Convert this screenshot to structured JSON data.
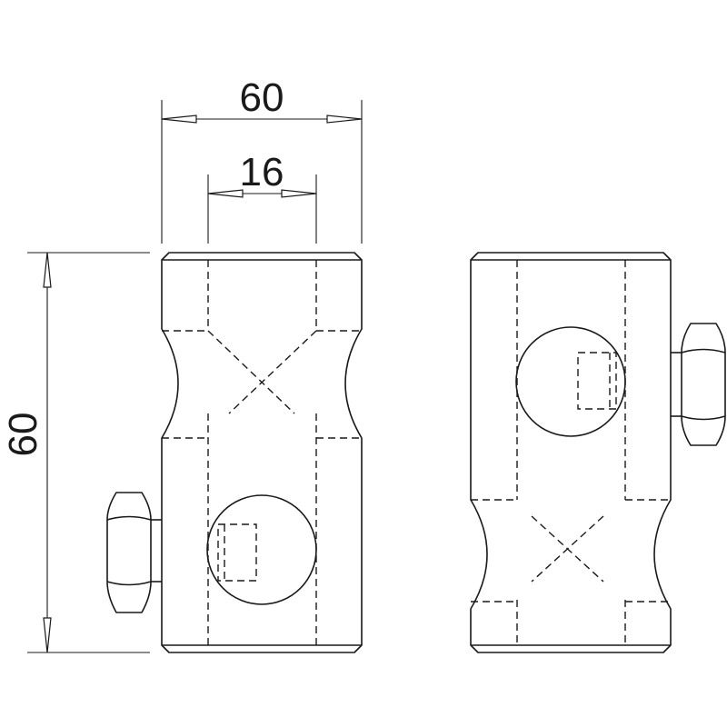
{
  "dimensions": {
    "overall_width": "60",
    "hole_spacing": "16",
    "overall_height": "60"
  },
  "colors": {
    "line": "#1a1a1a",
    "background": "#ffffff"
  }
}
